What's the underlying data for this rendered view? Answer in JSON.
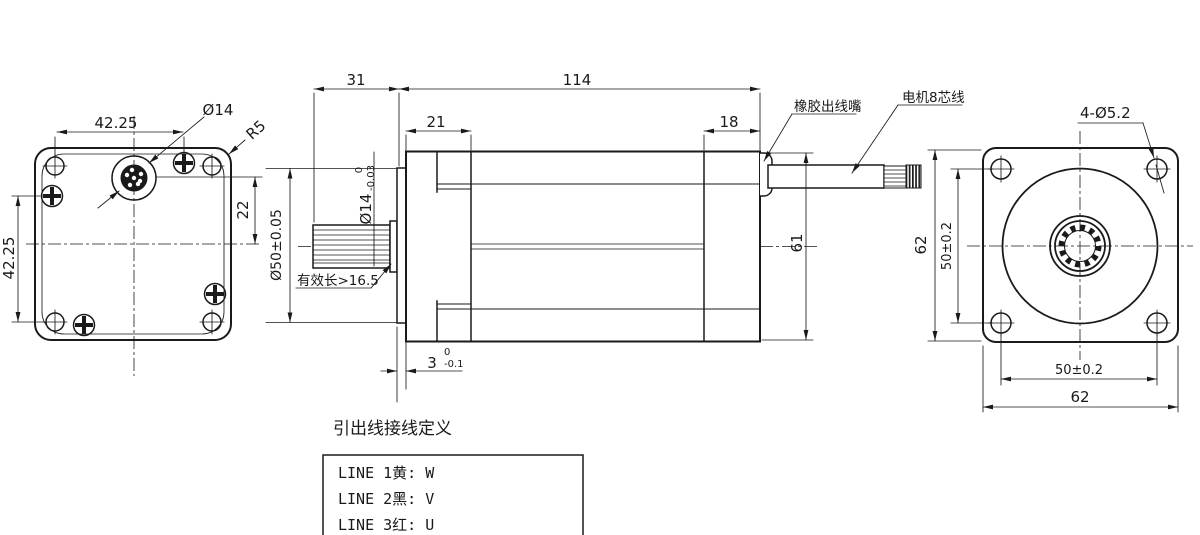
{
  "page": {
    "background": "#ffffff",
    "line_color": "#1a1a1a"
  },
  "left_view": {
    "dim_top_width": "42.25",
    "dim_side_height": "42.25",
    "dim_connector_dia": "Ø14",
    "dim_corner_radius": "R5",
    "dim_connector_offset": "22"
  },
  "middle_view": {
    "dim_shaft_section": "31",
    "dim_body_length": "114",
    "dim_front_section": "21",
    "dim_rear_section": "18",
    "dim_body_height": "61",
    "dim_pilot_dia": "Ø50±0.05",
    "dim_shaft_dia": {
      "base": "Ø14",
      "upper": "0",
      "lower": "-0.03"
    },
    "dim_flange_thickness": {
      "base": "3",
      "upper": "0",
      "lower": "-0.1"
    },
    "note_effective_length": "有效长>16.5",
    "label_rubber_outlet": "橡胶出线嘴",
    "label_motor_cable": "电机8芯线"
  },
  "right_view": {
    "dim_height": "62",
    "dim_width": "62",
    "dim_hole_span_vertical": "50±0.2",
    "dim_hole_span_horizontal": "50±0.2",
    "dim_mounting_holes": "4-Ø5.2"
  },
  "wiring_table": {
    "title": "引出线接线定义",
    "rows": [
      "LINE 1黄: W",
      "LINE 2黑: V",
      "LINE 3红: U"
    ]
  }
}
